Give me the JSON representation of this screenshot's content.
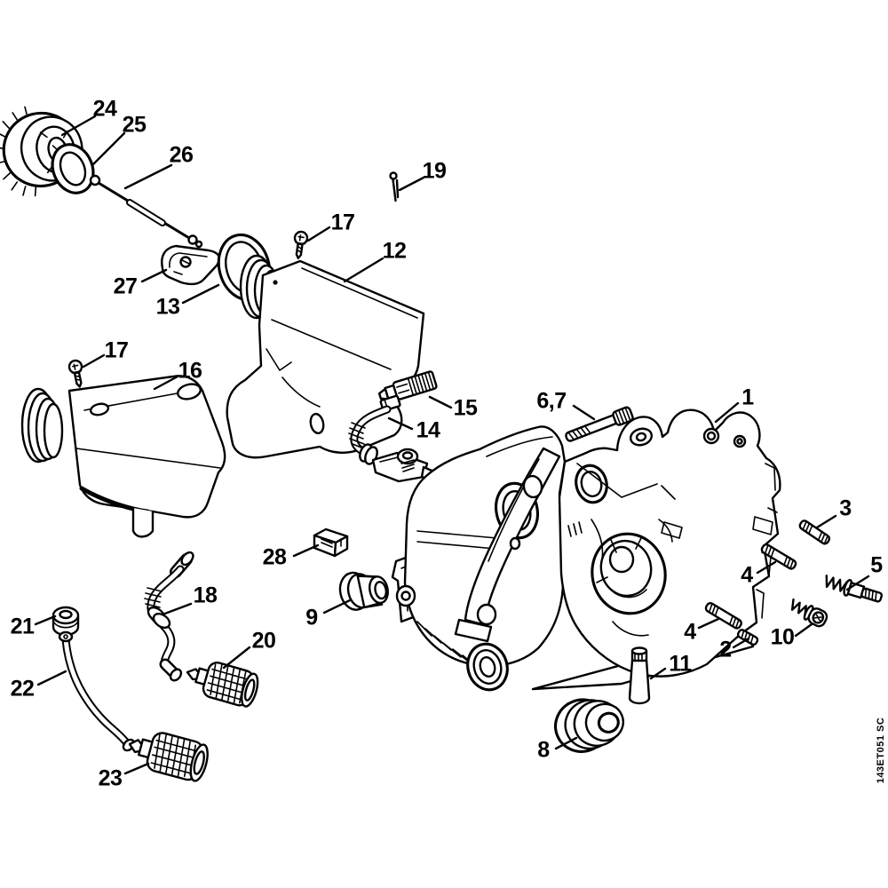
{
  "figure": {
    "type": "exploded-parts-diagram",
    "background_color": "#ffffff",
    "line_color": "#000000",
    "drawing_code": "143ET051 SC",
    "labels": {
      "n1": "1",
      "n2": "2",
      "n3": "3",
      "n4a": "4",
      "n4b": "4",
      "n5": "5",
      "n6_7": "6,7",
      "n8": "8",
      "n9": "9",
      "n10": "10",
      "n11": "11",
      "n12": "12",
      "n13": "13",
      "n14": "14",
      "n15": "15",
      "n16": "16",
      "n17a": "17",
      "n17b": "17",
      "n18": "18",
      "n19": "19",
      "n20": "20",
      "n21": "21",
      "n22": "22",
      "n23": "23",
      "n24": "24",
      "n25": "25",
      "n26": "26",
      "n27": "27",
      "n28": "28"
    }
  }
}
